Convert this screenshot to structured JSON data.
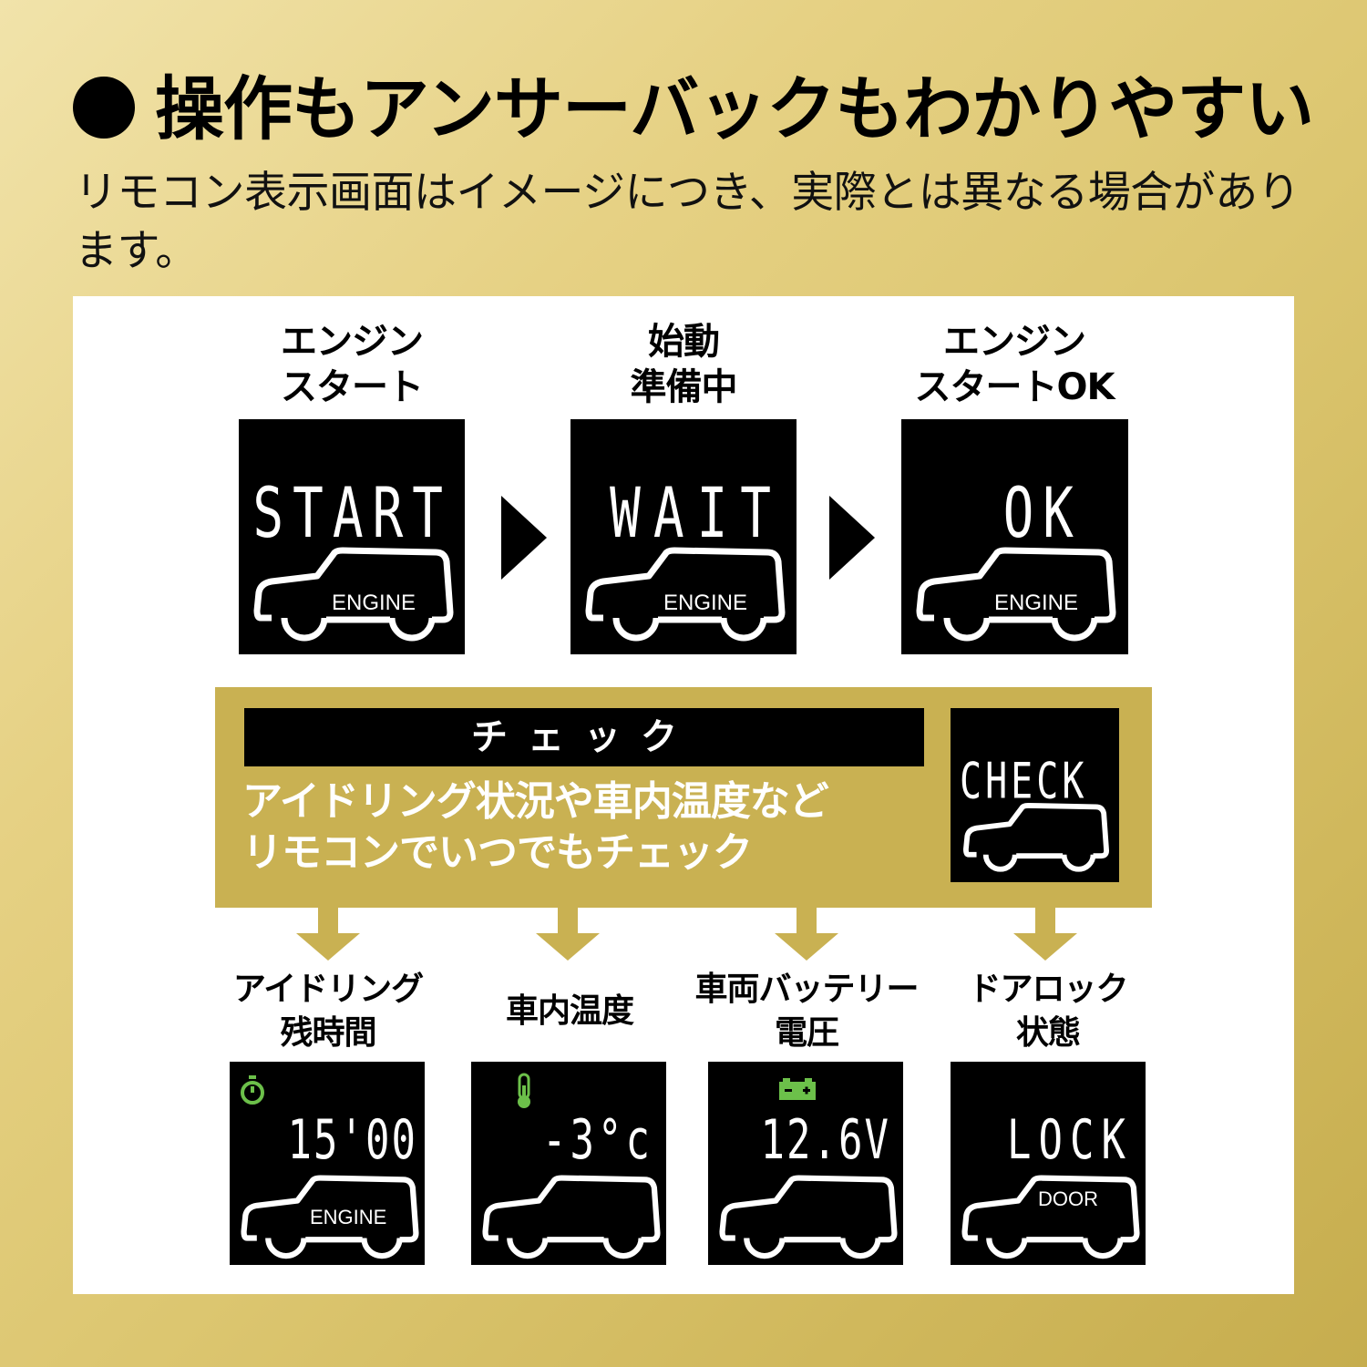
{
  "header": {
    "title": "操作もアンサーバックもわかりやすい",
    "note": "リモコン表示画面はイメージにつき、実際とは異なる場合があります。"
  },
  "steps": [
    {
      "label": "エンジン\nスタート",
      "lcd_text": "START",
      "car_word": "ENGINE"
    },
    {
      "label": "始動\n準備中",
      "lcd_text": "WAIT",
      "car_word": "ENGINE"
    },
    {
      "label": "エンジン\nスタートOK",
      "lcd_text": "OK",
      "car_word": "ENGINE"
    }
  ],
  "check": {
    "bar_label": "チェック",
    "description": "アイドリング状況や車内温度など\nリモコンでいつでもチェック",
    "lcd_text": "CHECK"
  },
  "status_items": [
    {
      "label": "アイドリング\n残時間",
      "lcd_text": "15'00",
      "car_word": "ENGINE",
      "icon": "stopwatch-icon"
    },
    {
      "label": "車内温度",
      "lcd_text": "-3°c",
      "car_word": "",
      "icon": "thermometer-icon"
    },
    {
      "label": "車両バッテリー\n電圧",
      "lcd_text": "12.6V",
      "car_word": "",
      "icon": "battery-icon"
    },
    {
      "label": "ドアロック\n状態",
      "lcd_text": "LOCK",
      "car_word": "DOOR",
      "icon": ""
    }
  ],
  "colors": {
    "gold_panel": "#c9b152",
    "icon_green": "#6cc04a",
    "lcd_bg": "#000000"
  }
}
